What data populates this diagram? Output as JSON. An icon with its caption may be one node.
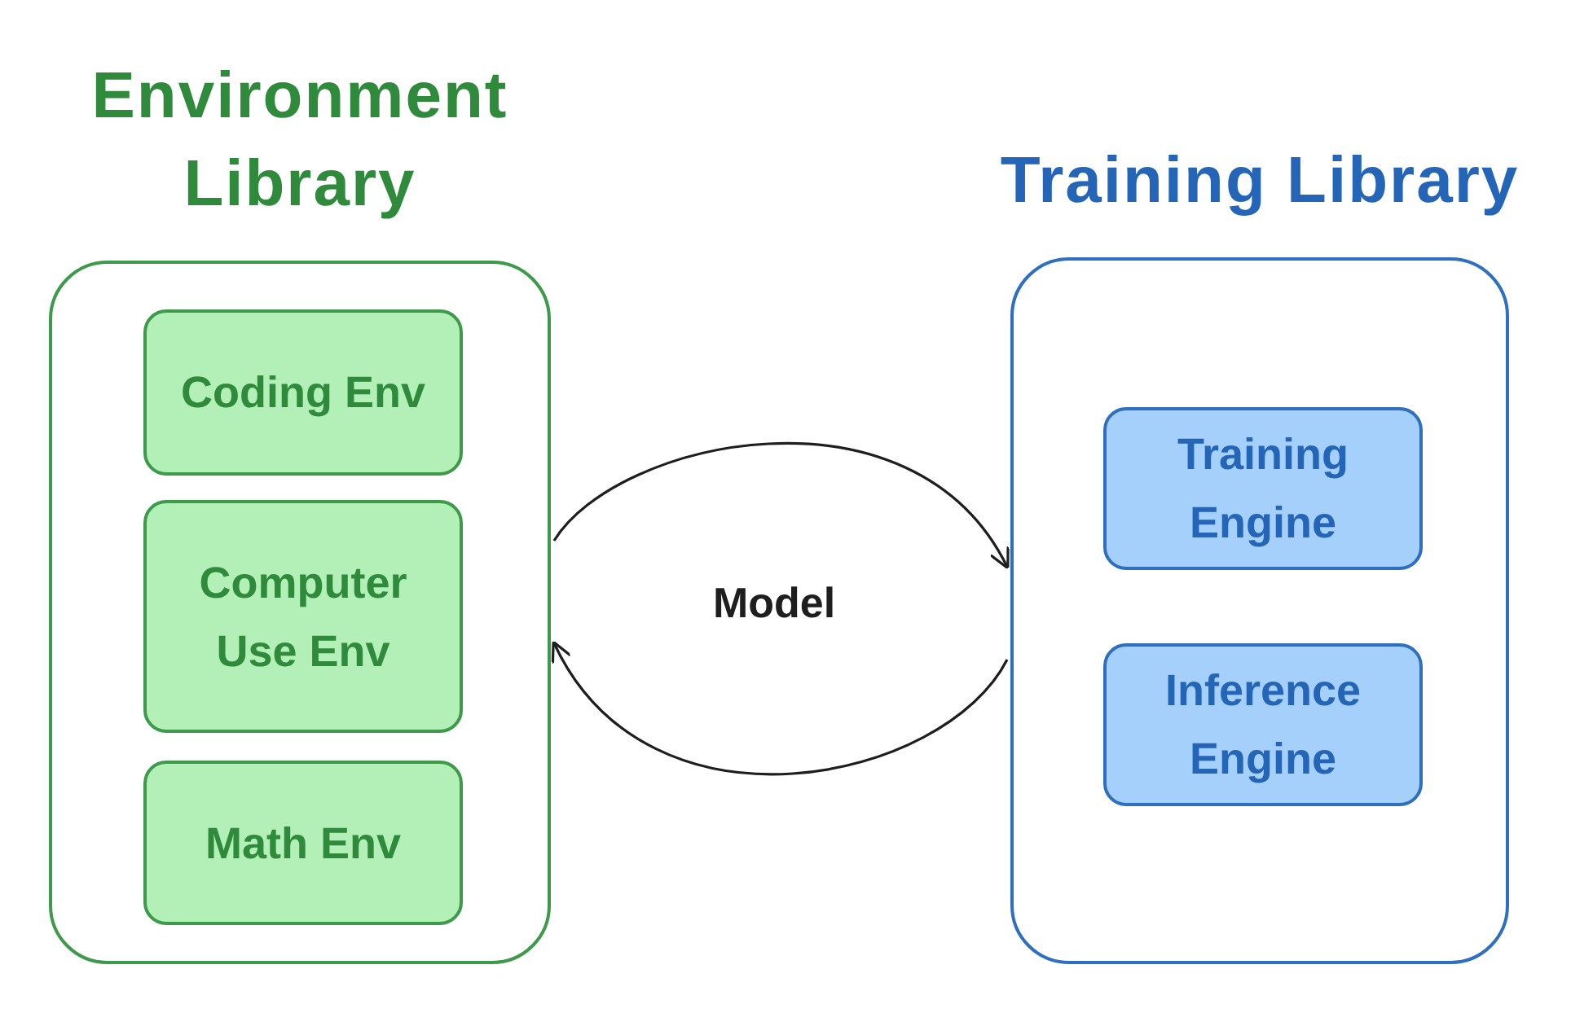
{
  "diagram": {
    "nodes": [
      {
        "text": [
          "Environment Library"
        ]
      },
      {
        "text": [
          "Coding Env"
        ],
        "in": 0
      },
      {
        "text": [
          "Computer Use Env"
        ],
        "in": 0
      },
      {
        "text": [
          "Math Env"
        ],
        "in": 0
      },
      {
        "text": [
          "Training Library"
        ]
      },
      {
        "text": [
          "Training Engine"
        ],
        "in": 4
      },
      {
        "text": [
          "Inference Engine"
        ],
        "in": 4
      }
    ],
    "edges": [
      {
        "from": 0,
        "to": 4,
        "arrow": "to"
      },
      {
        "from": 4,
        "to": 0,
        "arrow": "to"
      }
    ],
    "labels": [
      "Model"
    ]
  }
}
